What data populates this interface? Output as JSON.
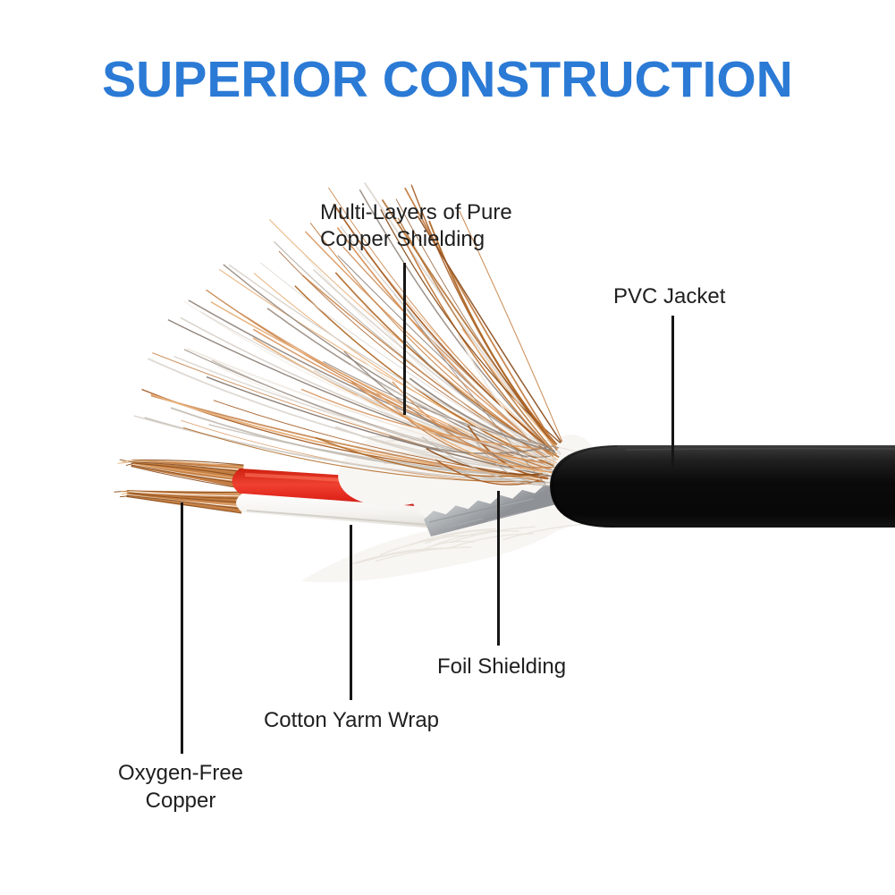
{
  "title": {
    "text": "SUPERIOR CONSTRUCTION"
  },
  "annotations": {
    "copper_shielding": "Multi-Layers of Pure\nCopper Shielding",
    "pvc_jacket": "PVC Jacket",
    "foil_shielding": "Foil Shielding",
    "cotton_yarn": "Cotton Yarm Wrap",
    "oxygen_free": "Oxygen-Free\nCopper"
  },
  "colors": {
    "background": "#ffffff",
    "title_blue": "#2b7ad5",
    "label_text": "#1f1f1f",
    "leader_line": "#161616",
    "jacket_black": "#0d0d0d",
    "jacket_sheen": "#3c3c3c",
    "wire_red": "#e1261c",
    "wire_red_dark": "#9a1005",
    "wire_white": "#fbfbfa",
    "copper": "#c27a3d",
    "copper_dark": "#8a4e1e",
    "copper_light": "#e8b07a",
    "pale_strand": "#d9d2ca",
    "gray_strand": "#9b8d82",
    "foil_silver": "#c3c7ca",
    "foil_shadow": "#8e9296",
    "cotton_white": "#f8f6f3",
    "cotton_fiber": "#e8e3da"
  }
}
